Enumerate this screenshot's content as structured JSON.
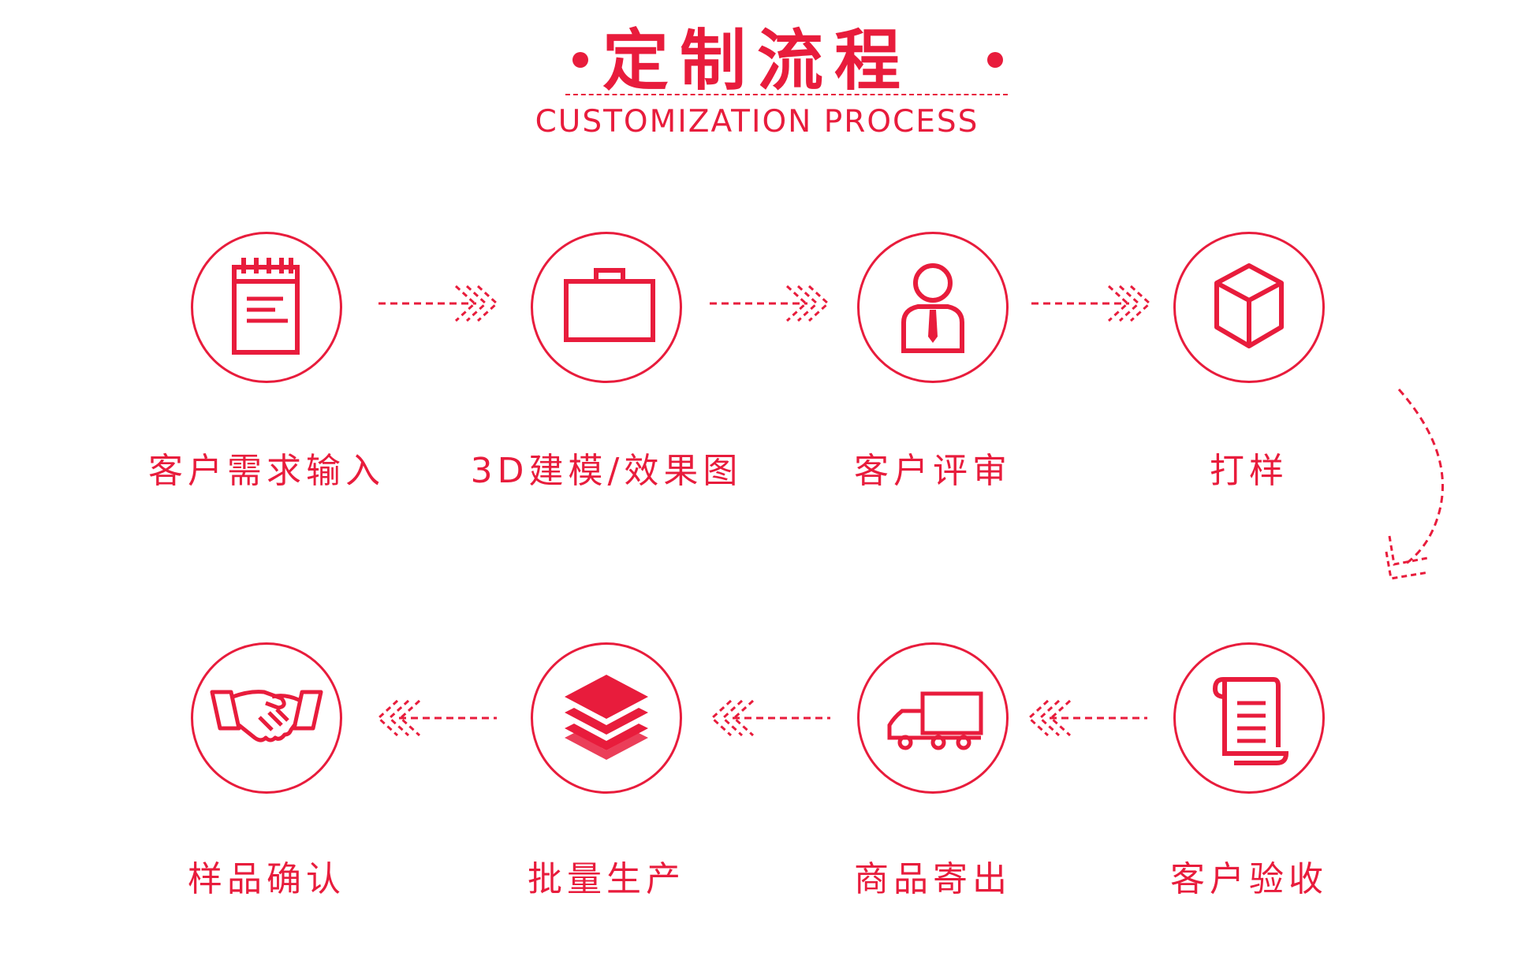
{
  "header": {
    "title": "定制流程",
    "subtitle": "CUSTOMIZATION PROCESS"
  },
  "steps": [
    {
      "label": "客户需求输入",
      "icon": "notepad-icon"
    },
    {
      "label": "3D建模/效果图",
      "icon": "briefcase-icon"
    },
    {
      "label": "客户评审",
      "icon": "person-icon"
    },
    {
      "label": "打样",
      "icon": "cube-icon"
    },
    {
      "label": "客户验收",
      "icon": "scroll-icon"
    },
    {
      "label": "商品寄出",
      "icon": "truck-icon"
    },
    {
      "label": "批量生产",
      "icon": "layers-icon"
    },
    {
      "label": "样品确认",
      "icon": "handshake-icon"
    }
  ],
  "colors": {
    "accent": "#e81c3c",
    "background": "#ffffff"
  }
}
